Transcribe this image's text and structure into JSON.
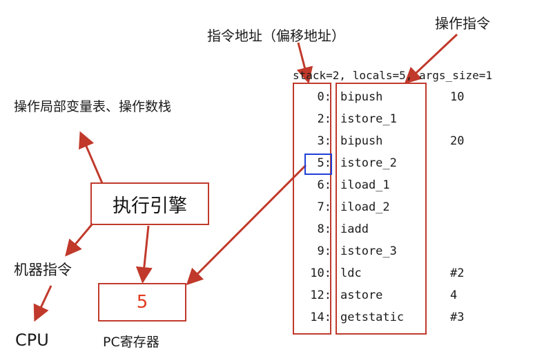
{
  "labels": {
    "instr_address": "指令地址（偏移地址）",
    "operation_instr": "操作指令",
    "local_vars_stack": "操作局部变量表、操作数栈",
    "exec_engine": "执行引擎",
    "machine_instr": "机器指令",
    "cpu": "CPU",
    "pc_register": "PC寄存器",
    "pc_value": "5"
  },
  "header": "stack=2, locals=5, args_size=1",
  "bytecode": [
    {
      "offset": "0:",
      "op": "bipush",
      "arg": "10"
    },
    {
      "offset": "2:",
      "op": "istore_1",
      "arg": ""
    },
    {
      "offset": "3:",
      "op": "bipush",
      "arg": "20"
    },
    {
      "offset": "5:",
      "op": "istore_2",
      "arg": ""
    },
    {
      "offset": "6:",
      "op": "iload_1",
      "arg": ""
    },
    {
      "offset": "7:",
      "op": "iload_2",
      "arg": ""
    },
    {
      "offset": "8:",
      "op": "iadd",
      "arg": ""
    },
    {
      "offset": "9:",
      "op": "istore_3",
      "arg": ""
    },
    {
      "offset": "10:",
      "op": "ldc",
      "arg": "#2"
    },
    {
      "offset": "12:",
      "op": "astore",
      "arg": "4"
    },
    {
      "offset": "14:",
      "op": "getstatic",
      "arg": "#3"
    }
  ],
  "colors": {
    "accent": "#c0392b",
    "highlight": "#1f3fd8",
    "pc_text": "#e03a1e"
  }
}
